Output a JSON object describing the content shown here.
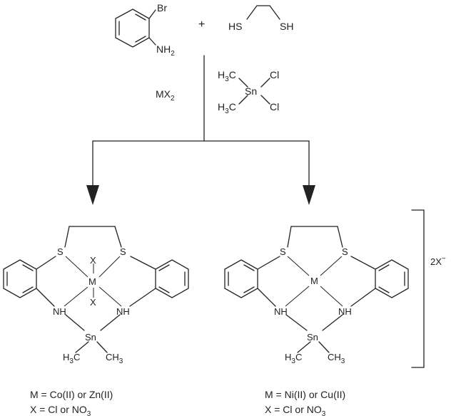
{
  "reactants": {
    "aryl_substituent_br": "Br",
    "aryl_substituent_nh": "NH",
    "aryl_substituent_nh_sub": "2",
    "plus_sign": "+",
    "dithiol_left": "HS",
    "dithiol_right": "SH"
  },
  "reagents": {
    "metal_salt": "MX",
    "metal_salt_sub": "2",
    "tin_reagent": {
      "methyl_h": "H",
      "methyl_sub": "3",
      "methyl_c": "C",
      "tin": "Sn",
      "chloride": "Cl"
    }
  },
  "products": {
    "left": {
      "sulfur": "S",
      "metal": "M",
      "axial_ligand": "X",
      "amine": "NH",
      "tin": "Sn",
      "methyl": "CH",
      "methyl_sub": "3",
      "caption_line1": "M = Co(II) or Zn(II)",
      "caption_line2_prefix": "X = Cl or NO",
      "caption_line2_sub": "3"
    },
    "right": {
      "sulfur": "S",
      "metal": "M",
      "amine": "NH",
      "tin": "Sn",
      "methyl": "CH",
      "methyl_sub": "3",
      "counter_ion": "2X",
      "counter_ion_charge": "−",
      "caption_line1": "M = Ni(II) or Cu(II)",
      "caption_line2_prefix": "X = Cl or NO",
      "caption_line2_sub": "3"
    }
  }
}
